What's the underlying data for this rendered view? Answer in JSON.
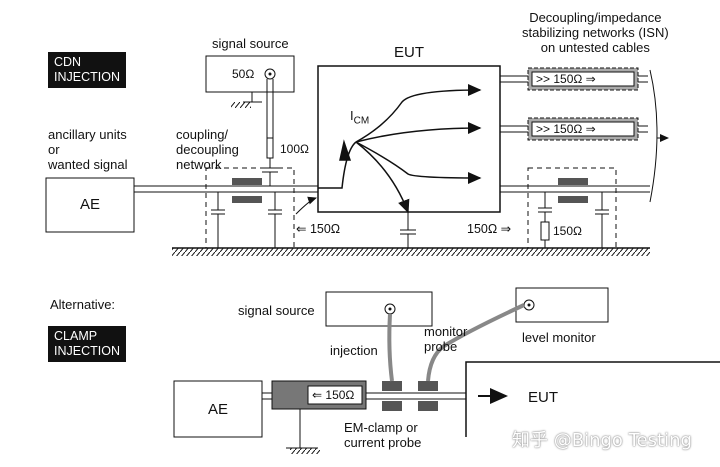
{
  "top": {
    "badge_lines": [
      "CDN",
      "INJECTION"
    ],
    "signal_source_label": "signal source",
    "signal_source_impedance": "50Ω",
    "eut_label": "EUT",
    "isn_label_lines": [
      "Decoupling/impedance",
      "stabilizing networks (ISN)",
      "on untested cables"
    ],
    "isn_box_text": ">> 150Ω ⇒",
    "ancillary_label_lines": [
      "ancillary units",
      "or",
      "wanted signal"
    ],
    "coupling_label_lines": [
      "coupling/",
      "decoupling",
      "network"
    ],
    "resistor_value": "100Ω",
    "ae_label": "AE",
    "icm_label": "I",
    "icm_subscript": "CM",
    "left_impedance": "⇐ 150Ω",
    "right_impedance": "150Ω ⇒",
    "isn_resistor": "150Ω"
  },
  "bottom": {
    "alternative_label": "Alternative:",
    "badge_lines": [
      "CLAMP",
      "INJECTION"
    ],
    "signal_source_label": "signal source",
    "monitor_probe_lines": [
      "monitor",
      "probe"
    ],
    "level_monitor_label": "level monitor",
    "injection_label": "injection",
    "ae_label": "AE",
    "impedance_box": "⇐ 150Ω",
    "clamp_label_lines": [
      "EM-clamp or",
      "current probe"
    ],
    "eut_label": "EUT"
  },
  "watermark": "知乎 @Bingo Testing"
}
